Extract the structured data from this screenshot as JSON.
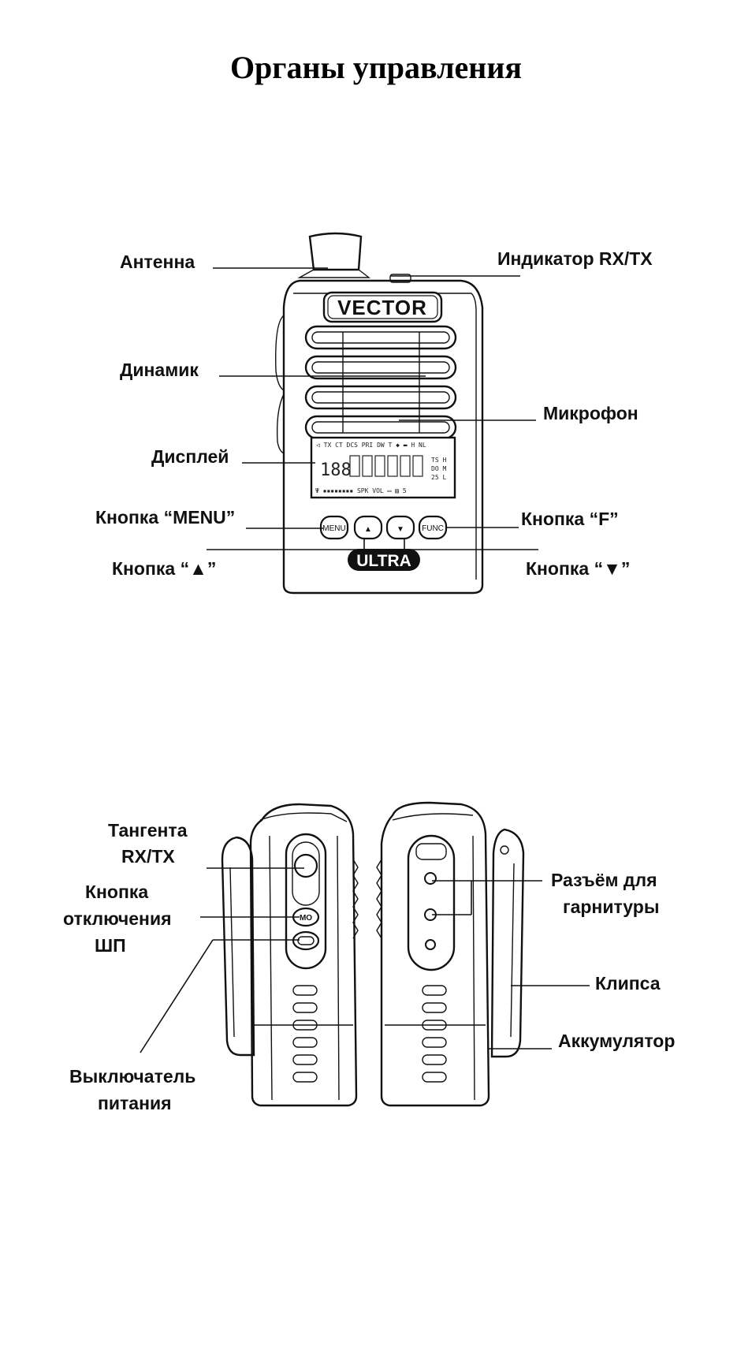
{
  "title": "Органы управления",
  "front": {
    "brand": "VECTOR",
    "model_badge": "ULTRA",
    "buttons": {
      "menu": "MENU",
      "func": "FUNC",
      "up": "▲",
      "down": "▼"
    },
    "display_digits": "188",
    "labels": {
      "antenna": "Антенна",
      "indicator": "Индикатор RX/TX",
      "speaker": "Динамик",
      "microphone": "Микрофон",
      "display": "Дисплей",
      "menu_button": "Кнопка “MENU”",
      "f_button": "Кнопка “F”",
      "up_button": "Кнопка “▲”",
      "down_button": "Кнопка “▼”"
    }
  },
  "side": {
    "mo_button": "MO",
    "labels": {
      "ptt_line1": "Тангента",
      "ptt_line2": "RX/TX",
      "squelch_line1": "Кнопка",
      "squelch_line2": "отключения",
      "squelch_line3": "ШП",
      "power_line1": "Выключатель",
      "power_line2": "питания",
      "headset_line1": "Разъём для",
      "headset_line2": "гарнитуры",
      "clip": "Клипса",
      "battery": "Аккумулятор"
    }
  }
}
